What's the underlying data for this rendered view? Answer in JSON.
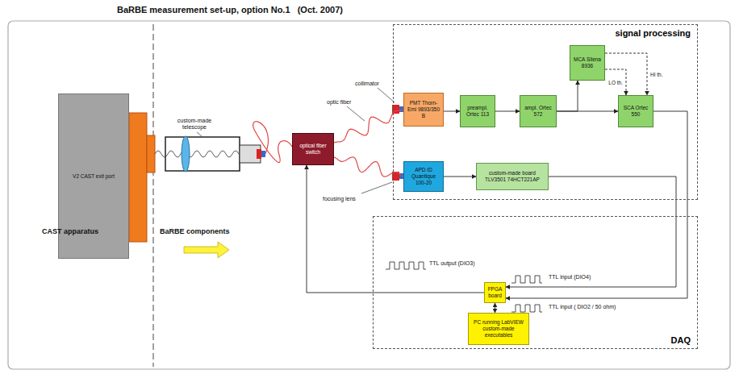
{
  "diagram": {
    "title": "BaRBE measurement set-up, option No.1   (Oct. 2007)",
    "nodes": [
      {
        "text": [
          "V2 CAST exit port"
        ]
      },
      {
        "text": [
          "optical fiber switch"
        ]
      },
      {
        "text": [
          "signal processing"
        ]
      },
      {
        "text": [
          "MCA Silena 8936"
        ],
        "in": 2
      },
      {
        "text": [
          "PMT Thorn-Emi 9893/350 B"
        ],
        "in": 2
      },
      {
        "text": [
          "preampl. Ortec 113"
        ],
        "in": 2
      },
      {
        "text": [
          "ampl. Ortec 572"
        ],
        "in": 2
      },
      {
        "text": [
          "SCA Ortec 550"
        ],
        "in": 2
      },
      {
        "text": [
          "APD ID Quantique 100-20"
        ],
        "in": 2
      },
      {
        "text": [
          "custom-made board TLV3501 74HCT221AP"
        ],
        "in": 2
      },
      {
        "text": [
          "DAQ"
        ]
      },
      {
        "text": [
          "FPGA board"
        ],
        "in": 10
      },
      {
        "text": [
          "PC running LabVIEW custom-made executables"
        ],
        "in": 10
      }
    ],
    "edges": [
      {
        "from": 4,
        "to": 5,
        "arrow": "to"
      },
      {
        "from": 5,
        "to": 6,
        "arrow": "to"
      },
      {
        "from": 6,
        "to": 7,
        "arrow": "to"
      },
      {
        "from": 6,
        "to": 3,
        "arrow": "to"
      },
      {
        "from": 3,
        "to": 7,
        "label": "LO th.",
        "arrow": "to"
      },
      {
        "from": 3,
        "to": 7,
        "label": "HI th.",
        "arrow": "to"
      },
      {
        "from": 8,
        "to": 9,
        "arrow": "to"
      },
      {
        "from": 9,
        "to": 11,
        "arrow": "to"
      },
      {
        "from": 7,
        "to": 11,
        "arrow": "to"
      },
      {
        "from": 11,
        "to": 1,
        "arrow": "to"
      },
      {
        "from": 11,
        "to": 12,
        "arrow": "both"
      },
      {
        "from": 1,
        "to": 4,
        "arrow": "none"
      },
      {
        "from": 1,
        "to": 8,
        "arrow": "none"
      }
    ],
    "labels": [
      "custom-made telescope",
      "collimator",
      "optic fiber",
      "focusing lens",
      "CAST apparatus",
      "BaRBE components",
      "TTL output (DIO3)",
      "TTL input (DIO4)",
      "TTL input ( DIO2 / 50 ohm)"
    ]
  }
}
